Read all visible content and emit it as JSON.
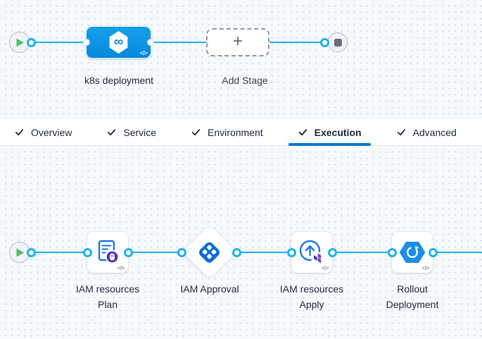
{
  "top_flow": {
    "stage_label": "k8s deployment",
    "add_stage_label": "Add Stage",
    "plus_glyph": "+",
    "code_glyph": "</>",
    "infinity_glyph": "∞",
    "start_icon": "play-icon",
    "end_icon": "stop-icon"
  },
  "tabs": {
    "active": "Execution",
    "items": [
      {
        "label": "Overview"
      },
      {
        "label": "Service"
      },
      {
        "label": "Environment"
      },
      {
        "label": "Execution"
      },
      {
        "label": "Advanced"
      }
    ]
  },
  "execution_flow": {
    "code_glyph": "</>",
    "steps": [
      {
        "line1": "IAM resources",
        "line2": "Plan",
        "icon": "terraform-plan-icon"
      },
      {
        "line1": "IAM Approval",
        "line2": "",
        "icon": "approval-icon"
      },
      {
        "line1": "IAM resources",
        "line2": "Apply",
        "icon": "terraform-apply-icon"
      },
      {
        "line1": "Rollout",
        "line2": "Deployment",
        "icon": "rollout-deployment-icon"
      }
    ]
  },
  "colors": {
    "connector": "#1fb2ec",
    "tab_accent": "#0278d5",
    "stage_blue": "#0d95e6",
    "text_dark": "#1d2a3a",
    "terraform_purple": "#7b42bc",
    "plan_badge_purple": "#5b2ec5"
  }
}
